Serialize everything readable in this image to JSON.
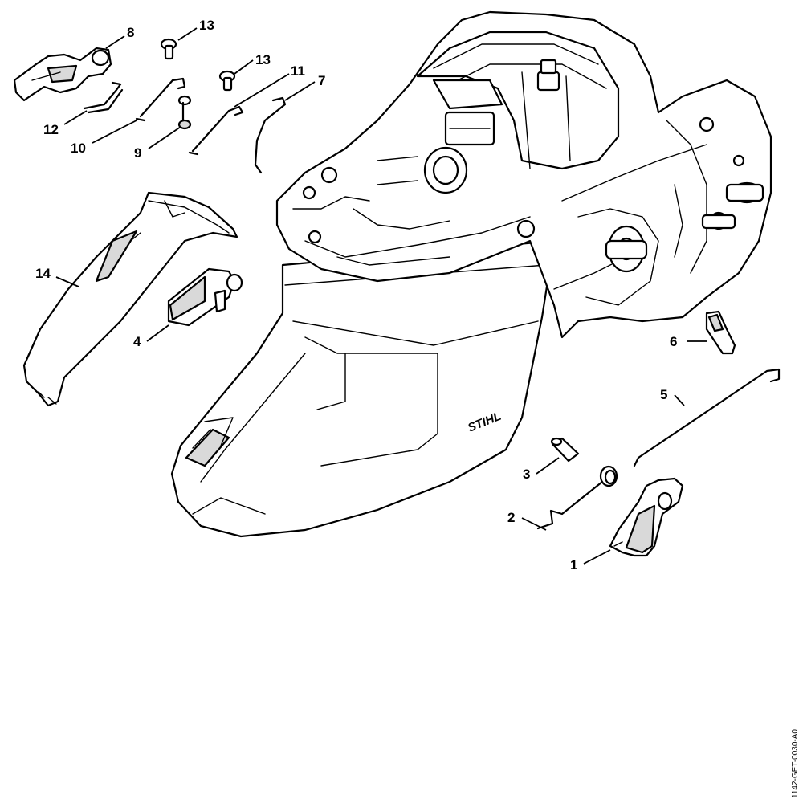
{
  "diagram": {
    "brand_text": "STIHL",
    "reference_code": "1142-GET-0030-A0",
    "callouts": [
      {
        "id": "c1",
        "label": "1"
      },
      {
        "id": "c2",
        "label": "2"
      },
      {
        "id": "c3",
        "label": "3"
      },
      {
        "id": "c4",
        "label": "4"
      },
      {
        "id": "c5",
        "label": "5"
      },
      {
        "id": "c6",
        "label": "6"
      },
      {
        "id": "c7",
        "label": "7"
      },
      {
        "id": "c8",
        "label": "8"
      },
      {
        "id": "c9",
        "label": "9"
      },
      {
        "id": "c10",
        "label": "10"
      },
      {
        "id": "c11",
        "label": "11"
      },
      {
        "id": "c12",
        "label": "12"
      },
      {
        "id": "c13a",
        "label": "13"
      },
      {
        "id": "c13b",
        "label": "13"
      },
      {
        "id": "c14",
        "label": "14"
      }
    ]
  }
}
